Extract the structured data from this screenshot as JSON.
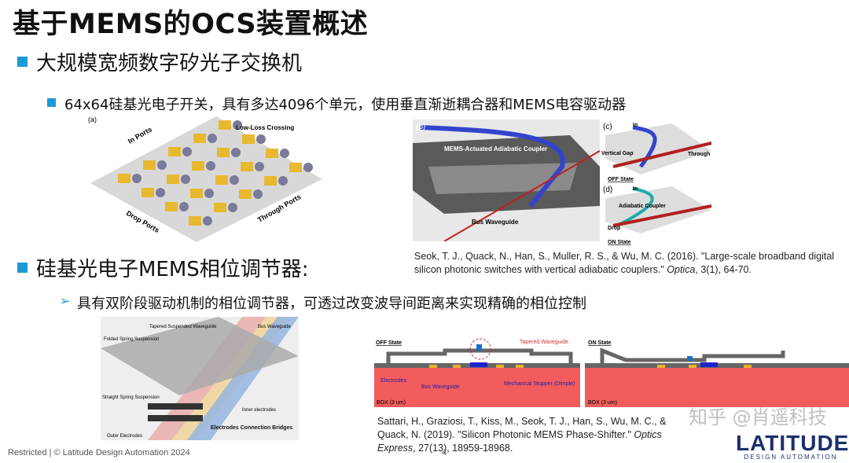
{
  "title": "基于MEMS的OCS装置概述",
  "section1": {
    "heading": "大规模宽频数字矽光子交换机",
    "bullet": "64x64硅基光电子开关，具有多达4096个单元，使用垂直渐逝耦合器和MEMS电容驱动器",
    "figure_a": {
      "panel": "(a)",
      "labels": [
        "In Ports",
        "Low-Loss Crossing",
        "Drop Ports",
        "Through Ports"
      ]
    },
    "figure_b": {
      "panel": "(b)",
      "labels": [
        "MEMS-Actuated Adiabatic Coupler",
        "Bus Waveguide"
      ]
    },
    "figure_c": {
      "panel": "(c)",
      "labels": [
        "In",
        "Vertical Gap",
        "Through"
      ],
      "state": "OFF State"
    },
    "figure_d": {
      "panel": "(d)",
      "labels": [
        "In",
        "Adiabatic Coupler",
        "Drop"
      ],
      "state": "ON State"
    },
    "citation": {
      "text": "Seok, T. J., Quack, N., Han, S., Muller, R. S., & Wu, M. C. (2016). \"Large-scale broadband digital silicon photonic switches with vertical adiabatic couplers.\" ",
      "journal": "Optica",
      "tail": ", 3(1), 64-70."
    }
  },
  "section2": {
    "heading": "硅基光电子MEMS相位调节器:",
    "bullet": "具有双阶段驱动机制的相位调节器，可透过改变波导间距离来实现精确的相位控制",
    "figure_left": {
      "labels": [
        "Tapered Suspended Waveguide",
        "Bus Waveguide",
        "Folded Spring Suspension",
        "Straight Spring Suspension",
        "Inner electrodes",
        "Electrodes Connection Bridges",
        "Outer Electrodes"
      ]
    },
    "figure_right": {
      "off_state": "OFF State",
      "on_state": "ON State",
      "labels": [
        "Tapered Waveguide",
        "Electrodes",
        "Bus Waveguide",
        "Mechanical Stopper (Dimple)",
        "BOX (3 um)",
        "BOX (3 um)"
      ]
    },
    "citation": {
      "text": "Sattari, H., Graziosi, T., Kiss, M., Seok, T. J., Han, S., Wu, M. C., & Quack, N. (2019). \"Silicon Photonic MEMS Phase-Shifter.\" ",
      "journal": "Optics Express",
      "tail": ", 27(13), 18959-18968."
    }
  },
  "footer": {
    "text": "Restricted | © Latitude Design Automation 2024",
    "page": "4"
  },
  "watermark": "知乎 @肖遥科技",
  "logo": {
    "name": "LATITUDE",
    "sub": "DESIGN AUTOMATION"
  },
  "colors": {
    "accent": "#1a9ad6",
    "logo": "#1b2f6e",
    "logo_accent": "#f0b800",
    "box_red": "#f25c5c"
  }
}
